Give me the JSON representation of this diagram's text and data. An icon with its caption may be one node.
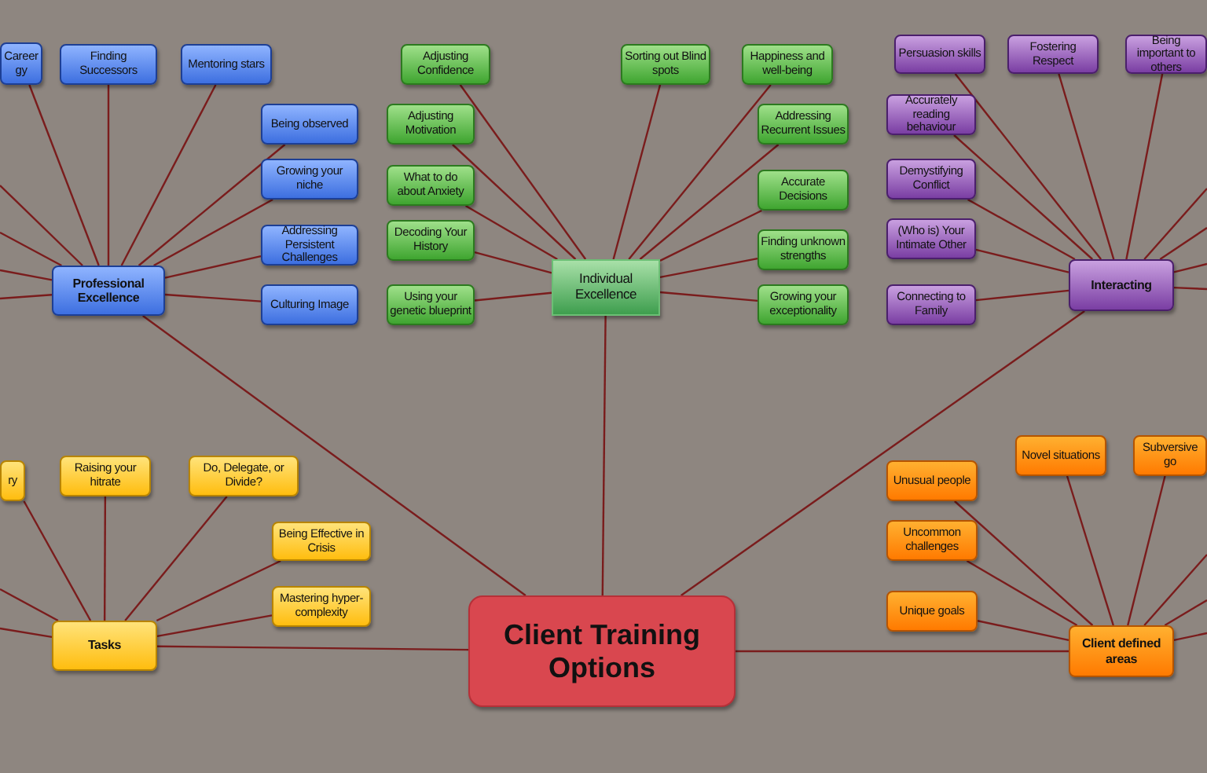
{
  "diagram": {
    "nodes": [
      {
        "text": [
          "Client Training Options"
        ]
      },
      {
        "text": [
          "Professional Excellence"
        ]
      },
      {
        "text": [
          "Individual Excellence"
        ]
      },
      {
        "text": [
          "Interacting"
        ]
      },
      {
        "text": [
          "Tasks"
        ]
      },
      {
        "text": [
          "Client defined areas"
        ]
      },
      {
        "text": [
          "Career gy"
        ]
      },
      {
        "text": [
          "Finding Successors"
        ]
      },
      {
        "text": [
          "Mentoring stars"
        ]
      },
      {
        "text": [
          "Being observed"
        ]
      },
      {
        "text": [
          "Growing your niche"
        ]
      },
      {
        "text": [
          "Addressing Persistent Challenges"
        ]
      },
      {
        "text": [
          "Culturing Image"
        ]
      },
      {
        "text": [
          "Adjusting Confidence"
        ]
      },
      {
        "text": [
          "Adjusting Motivation"
        ]
      },
      {
        "text": [
          "What to do about Anxiety"
        ]
      },
      {
        "text": [
          "Decoding Your History"
        ]
      },
      {
        "text": [
          "Using your genetic blueprint"
        ]
      },
      {
        "text": [
          "Sorting out Blind spots"
        ]
      },
      {
        "text": [
          "Happiness and well-being"
        ]
      },
      {
        "text": [
          "Addressing Recurrent Issues"
        ]
      },
      {
        "text": [
          "Accurate Decisions"
        ]
      },
      {
        "text": [
          "Finding unknown strengths"
        ]
      },
      {
        "text": [
          "Growing your exceptionality"
        ]
      },
      {
        "text": [
          "Persuasion skills"
        ]
      },
      {
        "text": [
          "Fostering Respect"
        ]
      },
      {
        "text": [
          "Being important to others"
        ]
      },
      {
        "text": [
          "Accurately reading behaviour"
        ]
      },
      {
        "text": [
          "Demystifying Conflict"
        ]
      },
      {
        "text": [
          "(Who is) Your Intimate Other"
        ]
      },
      {
        "text": [
          "Connecting to Family"
        ]
      },
      {
        "text": [
          "ry"
        ]
      },
      {
        "text": [
          "Raising your hitrate"
        ]
      },
      {
        "text": [
          "Do, Delegate, or Divide?"
        ]
      },
      {
        "text": [
          "Being Effective in Crisis"
        ]
      },
      {
        "text": [
          "Mastering hyper-complexity"
        ]
      },
      {
        "text": [
          "Unusual people"
        ]
      },
      {
        "text": [
          "Uncommon challenges"
        ]
      },
      {
        "text": [
          "Unique goals"
        ]
      },
      {
        "text": [
          "Novel situations"
        ]
      },
      {
        "text": [
          "Subversive go"
        ]
      }
    ],
    "edges": [
      {
        "from": 0,
        "to": 1,
        "arrow": "none"
      },
      {
        "from": 0,
        "to": 2,
        "arrow": "none"
      },
      {
        "from": 0,
        "to": 3,
        "arrow": "none"
      },
      {
        "from": 0,
        "to": 4,
        "arrow": "none"
      },
      {
        "from": 0,
        "to": 5,
        "arrow": "none"
      },
      {
        "from": 1,
        "to": 6,
        "arrow": "none"
      },
      {
        "from": 1,
        "to": 7,
        "arrow": "none"
      },
      {
        "from": 1,
        "to": 8,
        "arrow": "none"
      },
      {
        "from": 1,
        "to": 9,
        "arrow": "none"
      },
      {
        "from": 1,
        "to": 10,
        "arrow": "none"
      },
      {
        "from": 1,
        "to": 11,
        "arrow": "none"
      },
      {
        "from": 1,
        "to": 12,
        "arrow": "none"
      },
      {
        "from": 1,
        "to": null,
        "arrow": "none"
      },
      {
        "from": 1,
        "to": null,
        "arrow": "none"
      },
      {
        "from": 1,
        "to": null,
        "arrow": "none"
      },
      {
        "from": 1,
        "to": null,
        "arrow": "none"
      },
      {
        "from": 2,
        "to": 13,
        "arrow": "none"
      },
      {
        "from": 2,
        "to": 14,
        "arrow": "none"
      },
      {
        "from": 2,
        "to": 15,
        "arrow": "none"
      },
      {
        "from": 2,
        "to": 16,
        "arrow": "none"
      },
      {
        "from": 2,
        "to": 17,
        "arrow": "none"
      },
      {
        "from": 2,
        "to": 18,
        "arrow": "none"
      },
      {
        "from": 2,
        "to": 19,
        "arrow": "none"
      },
      {
        "from": 2,
        "to": 20,
        "arrow": "none"
      },
      {
        "from": 2,
        "to": 21,
        "arrow": "none"
      },
      {
        "from": 2,
        "to": 22,
        "arrow": "none"
      },
      {
        "from": 2,
        "to": 23,
        "arrow": "none"
      },
      {
        "from": 3,
        "to": 24,
        "arrow": "none"
      },
      {
        "from": 3,
        "to": 25,
        "arrow": "none"
      },
      {
        "from": 3,
        "to": 26,
        "arrow": "none"
      },
      {
        "from": 3,
        "to": 27,
        "arrow": "none"
      },
      {
        "from": 3,
        "to": 28,
        "arrow": "none"
      },
      {
        "from": 3,
        "to": 29,
        "arrow": "none"
      },
      {
        "from": 3,
        "to": 30,
        "arrow": "none"
      },
      {
        "from": 3,
        "to": null,
        "arrow": "none"
      },
      {
        "from": 3,
        "to": null,
        "arrow": "none"
      },
      {
        "from": 3,
        "to": null,
        "arrow": "none"
      },
      {
        "from": 3,
        "to": null,
        "arrow": "none"
      },
      {
        "from": 4,
        "to": 31,
        "arrow": "none"
      },
      {
        "from": 4,
        "to": 32,
        "arrow": "none"
      },
      {
        "from": 4,
        "to": 33,
        "arrow": "none"
      },
      {
        "from": 4,
        "to": 34,
        "arrow": "none"
      },
      {
        "from": 4,
        "to": 35,
        "arrow": "none"
      },
      {
        "from": 4,
        "to": null,
        "arrow": "none"
      },
      {
        "from": 4,
        "to": null,
        "arrow": "none"
      },
      {
        "from": 5,
        "to": 36,
        "arrow": "none"
      },
      {
        "from": 5,
        "to": 37,
        "arrow": "none"
      },
      {
        "from": 5,
        "to": 38,
        "arrow": "none"
      },
      {
        "from": 5,
        "to": 39,
        "arrow": "none"
      },
      {
        "from": 5,
        "to": 40,
        "arrow": "none"
      },
      {
        "from": 5,
        "to": null,
        "arrow": "none"
      },
      {
        "from": 5,
        "to": null,
        "arrow": "none"
      },
      {
        "from": 5,
        "to": null,
        "arrow": "none"
      }
    ]
  }
}
